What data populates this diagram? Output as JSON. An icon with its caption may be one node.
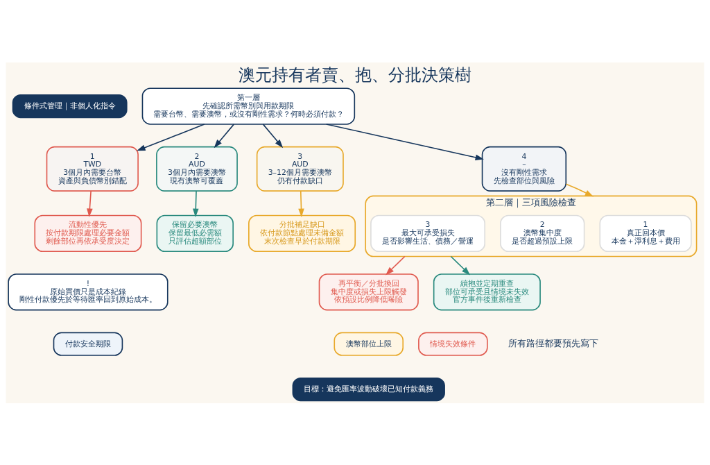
{
  "diagram": {
    "title": "澳元持有者賣、抱、分批決策樹",
    "nodes": [
      {
        "text": [
          "條件式管理｜非個人化指令"
        ]
      },
      {
        "text": [
          "第一層",
          "先確認所需幣別與用款期限",
          "需要台幣、需要澳幣，或沒有剛性需求？何時必須付款？"
        ]
      },
      {
        "text": [
          "1",
          "TWD",
          "3個月內需要台幣",
          "資產與負債幣別錯配"
        ]
      },
      {
        "text": [
          "2",
          "AUD",
          "3個月內需要澳幣",
          "現有澳幣可覆蓋"
        ]
      },
      {
        "text": [
          "3",
          "AUD",
          "3–12個月需要澳幣",
          "仍有付款缺口"
        ]
      },
      {
        "text": [
          "4",
          "–",
          "沒有剛性需求",
          "先檢查部位與風險"
        ]
      },
      {
        "text": [
          "流動性優先",
          "按付款期限處理必要金額",
          "剩餘部位再依承受度決定"
        ]
      },
      {
        "text": [
          "保留必要澳幣",
          "保留最低必需額",
          "只評估超額部位"
        ]
      },
      {
        "text": [
          "分批補足缺口",
          "依付款節點處理未備金額",
          "末次檢查早於付款期限"
        ]
      },
      {
        "text": [
          "第二層｜三項風險檢查"
        ]
      },
      {
        "text": [
          "1",
          "真正回本價",
          "本金＋淨利息＋費用"
        ],
        "in": 9
      },
      {
        "text": [
          "2",
          "澳幣集中度",
          "是否超過預設上限"
        ],
        "in": 9
      },
      {
        "text": [
          "3",
          "最大可承受損失",
          "是否影響生活、債務／營運"
        ],
        "in": 9
      },
      {
        "text": [
          "!",
          "原始買價只是成本紀錄",
          "剛性付款優先於等待匯率回到原始成本。"
        ]
      },
      {
        "text": [
          "再平衡／分批換回",
          "集中度或損失上限觸發",
          "依預設比例降低曝險"
        ]
      },
      {
        "text": [
          "續抱並定期重查",
          "部位可承受且情境未失效",
          "官方事件後重新檢查"
        ]
      },
      {
        "text": [
          "付款安全期限"
        ]
      },
      {
        "text": [
          "澳幣部位上限"
        ]
      },
      {
        "text": [
          "情境失效條件"
        ]
      },
      {
        "text": [
          "目標：避免匯率波動破壞已知付款義務"
        ]
      }
    ],
    "edges": [
      {
        "from": 1,
        "to": 2,
        "arrow": "to"
      },
      {
        "from": 1,
        "to": 3,
        "arrow": "to"
      },
      {
        "from": 1,
        "to": 4,
        "arrow": "to"
      },
      {
        "from": 1,
        "to": 5,
        "arrow": "to"
      },
      {
        "from": 2,
        "to": 6,
        "arrow": "to",
        "color": "#e05a4f"
      },
      {
        "from": 3,
        "to": 7,
        "arrow": "to",
        "color": "#2a8a7e"
      },
      {
        "from": 4,
        "to": 8,
        "arrow": "to",
        "color": "#e8a92b"
      },
      {
        "from": 5,
        "to": 9,
        "arrow": "to",
        "color": "#e8a92b"
      },
      {
        "from": 9,
        "to": 14,
        "arrow": "to",
        "color": "#e05a4f"
      },
      {
        "from": 9,
        "to": 15,
        "arrow": "to",
        "color": "#2a8a7e"
      }
    ],
    "labels": [
      "所有路徑都要預先寫下"
    ]
  }
}
